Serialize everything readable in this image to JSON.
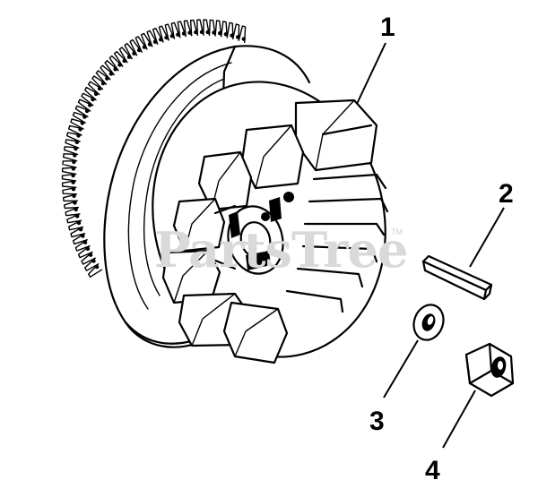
{
  "callouts": [
    {
      "id": "1",
      "label": "1"
    },
    {
      "id": "2",
      "label": "2"
    },
    {
      "id": "3",
      "label": "3"
    },
    {
      "id": "4",
      "label": "4"
    }
  ],
  "watermark": {
    "text": "PartsTree",
    "trademark": "TM"
  }
}
